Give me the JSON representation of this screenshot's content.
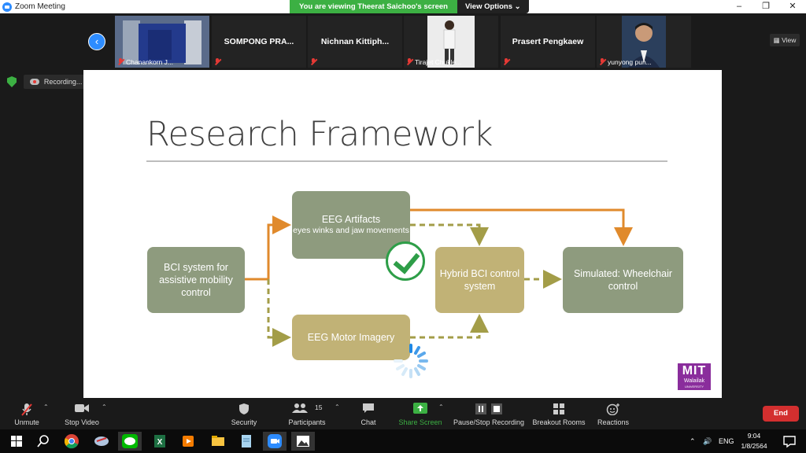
{
  "window": {
    "title": "Zoom Meeting",
    "minimize": "–",
    "restore": "❐",
    "close": "✕"
  },
  "share_banner": {
    "message": "You are viewing Theerat Saichoo's screen",
    "view_options": "View Options ⌄"
  },
  "participants": [
    {
      "name": "Chanankorn J...",
      "video": true,
      "muted": true
    },
    {
      "name": "SOMPONG PRA...",
      "video": false,
      "muted": true
    },
    {
      "name": "Nichnan Kittiph...",
      "video": false,
      "muted": true
    },
    {
      "name": "Tirajet Chukle...",
      "video": true,
      "muted": true
    },
    {
      "name": "Prasert Pengkaew",
      "video": false,
      "muted": true
    },
    {
      "name": "yunyong pun...",
      "video": true,
      "muted": true
    }
  ],
  "view_button": "View",
  "recording": {
    "label": "Recording..."
  },
  "slide": {
    "title": "Research Framework",
    "boxes": {
      "bci": "BCI system for assistive mobility control",
      "artifacts_title": "EEG Artifacts",
      "artifacts_sub": "eyes winks and jaw movements",
      "motor": "EEG Motor Imagery",
      "hybrid": "Hybrid BCI control system",
      "simulated": "Simulated: Wheelchair control"
    },
    "logo": {
      "main": "MIT",
      "sub": "Walailak",
      "tiny": "UNIVERSITY"
    },
    "colors": {
      "green_box": "#8e9b7e",
      "tan_box": "#c1b276",
      "orange_arrow": "#e08a2c",
      "olive_arrow": "#a39d48"
    }
  },
  "toolbar": {
    "unmute": "Unmute",
    "stop_video": "Stop Video",
    "security": "Security",
    "participants": "Participants",
    "participant_count": "15",
    "chat": "Chat",
    "share_screen": "Share Screen",
    "pause_stop_recording": "Pause/Stop Recording",
    "breakout_rooms": "Breakout Rooms",
    "reactions": "Reactions",
    "end": "End"
  },
  "taskbar": {
    "language": "ENG",
    "time": "9:04",
    "date": "1/8/2564"
  }
}
